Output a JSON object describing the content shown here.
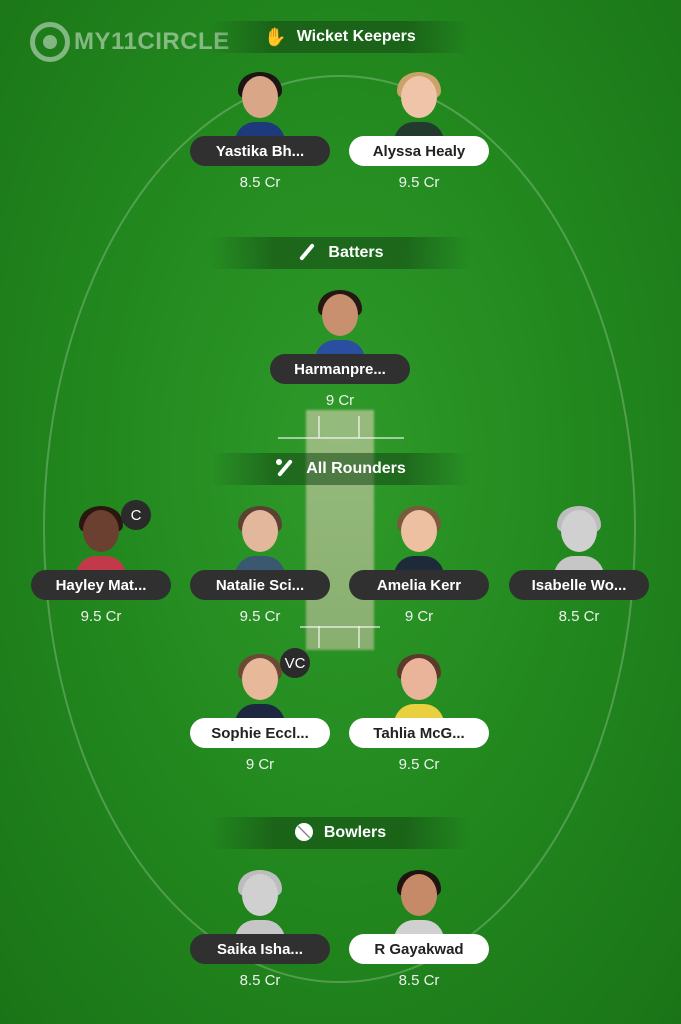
{
  "brand": {
    "logo_text": "MY11CIRCLE"
  },
  "sections": {
    "wicket_keepers": {
      "label": "Wicket Keepers",
      "icon": "glove-icon"
    },
    "batters": {
      "label": "Batters",
      "icon": "bat-icon"
    },
    "all_rounders": {
      "label": "All Rounders",
      "icon": "bat-ball-icon"
    },
    "bowlers": {
      "label": "Bowlers",
      "icon": "ball-icon"
    }
  },
  "players": {
    "yastika": {
      "name": "Yastika Bh...",
      "credits": "8.5 Cr",
      "team": "dark"
    },
    "alyssa": {
      "name": "Alyssa Healy",
      "credits": "9.5 Cr",
      "team": "light"
    },
    "harmanpreet": {
      "name": "Harmanpre...",
      "credits": "9 Cr",
      "team": "dark"
    },
    "hayley": {
      "name": "Hayley Mat...",
      "credits": "9.5 Cr",
      "team": "dark",
      "role": "C"
    },
    "natalie": {
      "name": "Natalie Sci...",
      "credits": "9.5 Cr",
      "team": "dark"
    },
    "amelia": {
      "name": "Amelia Kerr",
      "credits": "9 Cr",
      "team": "dark"
    },
    "isabelle": {
      "name": "Isabelle Wo...",
      "credits": "8.5 Cr",
      "team": "dark"
    },
    "sophie": {
      "name": "Sophie Eccl...",
      "credits": "9 Cr",
      "team": "light",
      "role": "VC"
    },
    "tahlia": {
      "name": "Tahlia McG...",
      "credits": "9.5 Cr",
      "team": "light"
    },
    "saika": {
      "name": "Saika Isha...",
      "credits": "8.5 Cr",
      "team": "dark"
    },
    "gayakwad": {
      "name": "R Gayakwad",
      "credits": "8.5 Cr",
      "team": "light"
    }
  }
}
